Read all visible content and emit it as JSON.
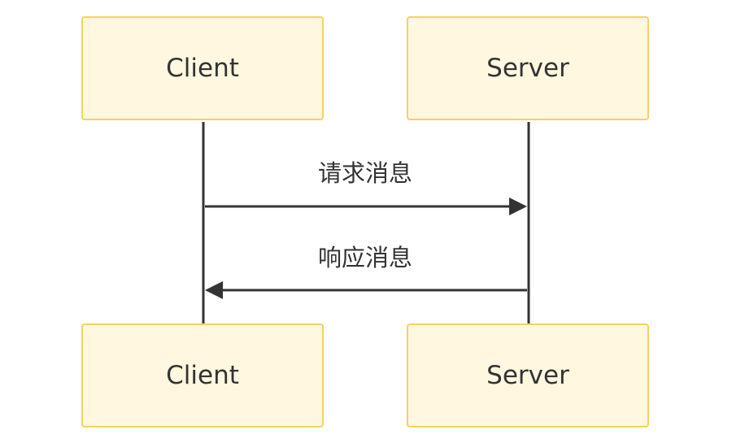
{
  "actors": {
    "client_top": "Client",
    "server_top": "Server",
    "client_bottom": "Client",
    "server_bottom": "Server"
  },
  "messages": [
    {
      "label": "请求消息",
      "from": "Client",
      "to": "Server"
    },
    {
      "label": "响应消息",
      "from": "Server",
      "to": "Client"
    }
  ],
  "colors": {
    "box_fill": "#fff7e0",
    "box_border": "#f5d262",
    "line": "#333333",
    "text": "#333333"
  }
}
